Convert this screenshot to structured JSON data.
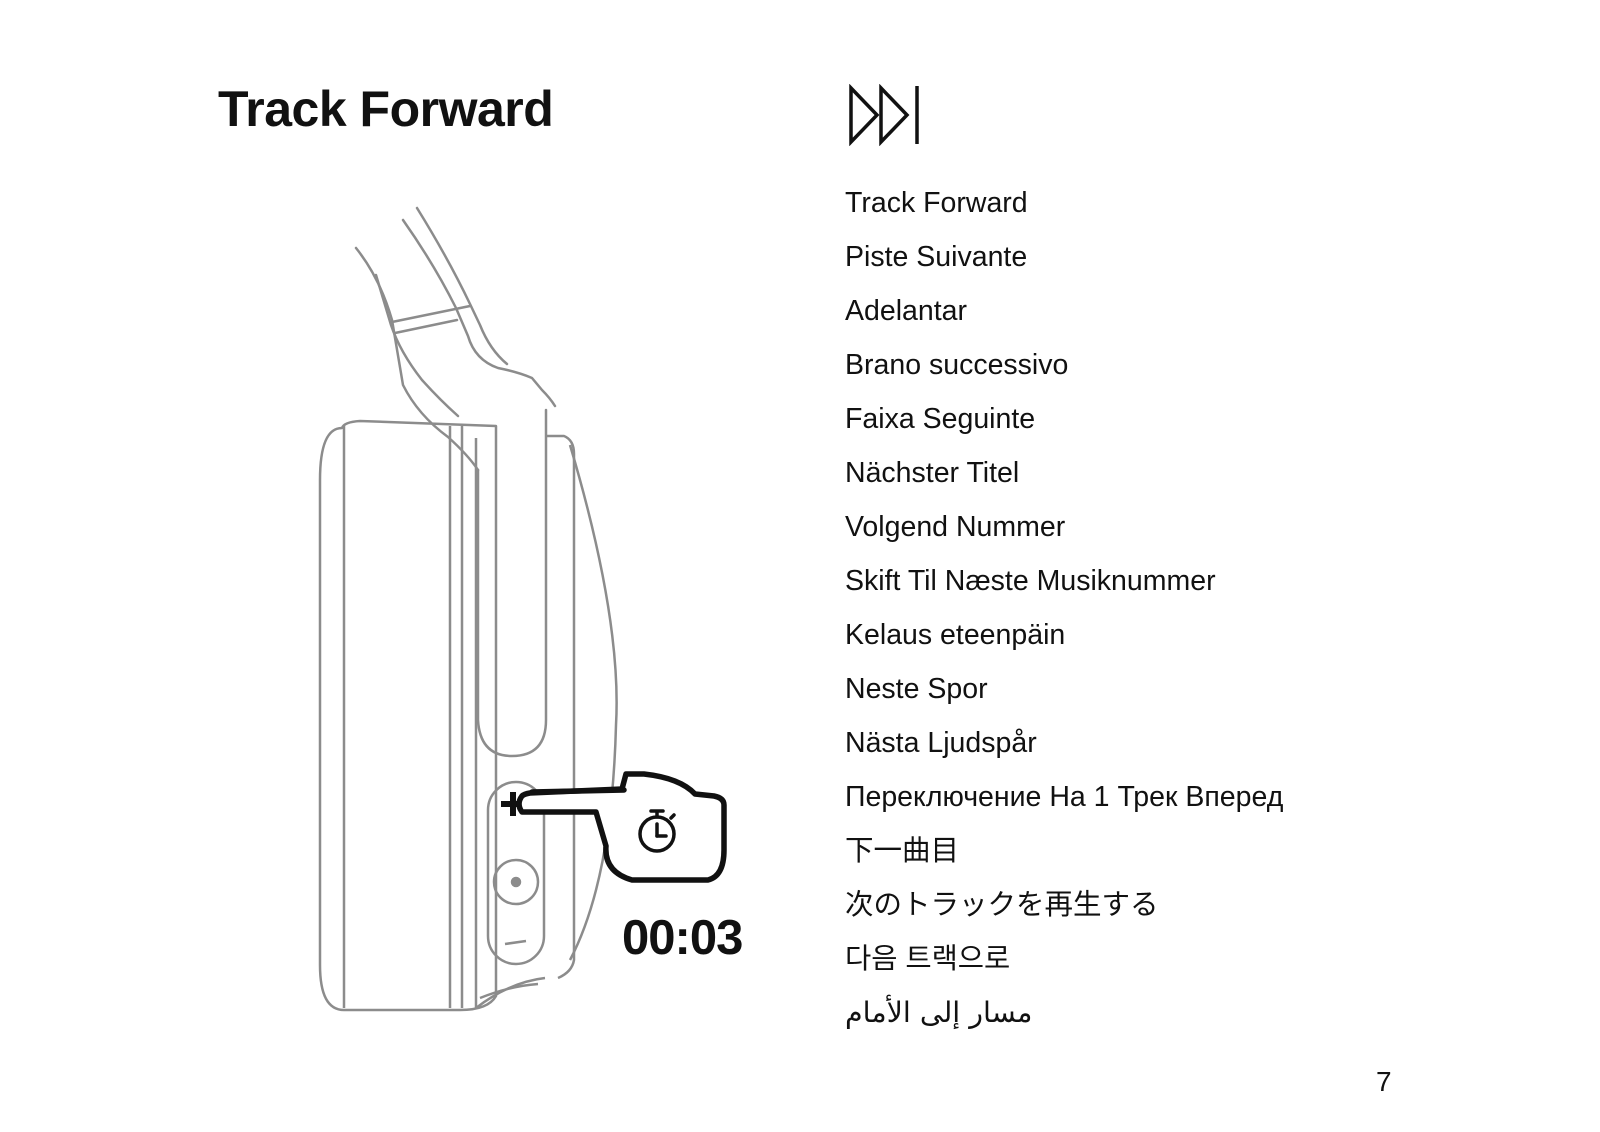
{
  "header": {
    "title": "Track Forward",
    "icon": "track-forward-icon"
  },
  "illustration": {
    "icons": [
      "headphone-earcup-icon",
      "finger-press-icon",
      "plus-icon",
      "stopwatch-icon"
    ],
    "timer": "00:03"
  },
  "translations": [
    "Track Forward",
    "Piste Suivante",
    "Adelantar",
    "Brano successivo",
    "Faixa Seguinte",
    "Nächster Titel",
    "Volgend Nummer",
    "Skift Til Næste Musiknummer",
    "Kelaus eteenpäin",
    "Neste Spor",
    "Nästa Ljudspår",
    "Переключение На 1 Трек Вперед",
    "下一曲目",
    "次のトラックを再生する",
    "다음 트랙으로",
    "مسار إلى الأمام"
  ],
  "footer": {
    "page_number": "7"
  },
  "colors": {
    "text": "#111111",
    "line_art": "#8c8c8c"
  }
}
